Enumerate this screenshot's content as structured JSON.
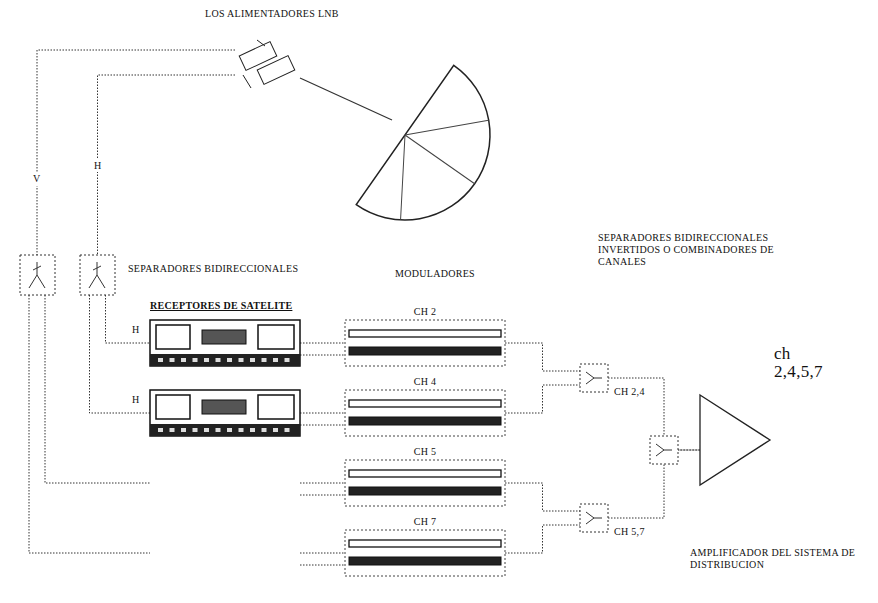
{
  "diagram": {
    "nodes": [
      {
        "text": [
          "LOS ALIMENTADORES LNB"
        ]
      },
      {
        "text": [
          "SEPARADORES BIDIRECCIONALES"
        ]
      },
      {
        "text": [
          "H"
        ]
      },
      {
        "text": [
          "H"
        ]
      },
      {
        "text": [
          "CH 2"
        ]
      },
      {
        "text": [
          "CH 4"
        ]
      },
      {
        "text": [
          "CH 5"
        ]
      },
      {
        "text": [
          "CH 7"
        ]
      },
      {
        "text": [
          "CH 2,4"
        ]
      },
      {
        "text": [
          "CH 5,7"
        ]
      },
      {
        "text": [
          "ch 2,4,5,7",
          "AMPLIFICADOR DEL SISTEMA DE DISTRIBUCION"
        ]
      }
    ],
    "edges": [
      {
        "from": 0,
        "to": 1,
        "label": "H",
        "arrow": "none"
      },
      {
        "from": 1,
        "to": 2,
        "arrow": "none"
      },
      {
        "from": 1,
        "to": 3,
        "arrow": "none"
      },
      {
        "from": 2,
        "to": 4,
        "arrow": "none"
      },
      {
        "from": 3,
        "to": 5,
        "arrow": "none"
      },
      {
        "from": 4,
        "to": 8,
        "arrow": "none"
      },
      {
        "from": 5,
        "to": 8,
        "arrow": "none"
      },
      {
        "from": 6,
        "to": 9,
        "arrow": "none"
      },
      {
        "from": 7,
        "to": 9,
        "arrow": "none"
      },
      {
        "from": 8,
        "to": 10,
        "arrow": "none"
      },
      {
        "from": 9,
        "to": 10,
        "arrow": "none"
      }
    ],
    "labels": [
      "V",
      "RECEPTORES DE SATELITE",
      "MODULADORES",
      "SEPARADORES BIDIRECCIONALES INVERTIDOS O COMBINADORES DE CANALES"
    ]
  }
}
